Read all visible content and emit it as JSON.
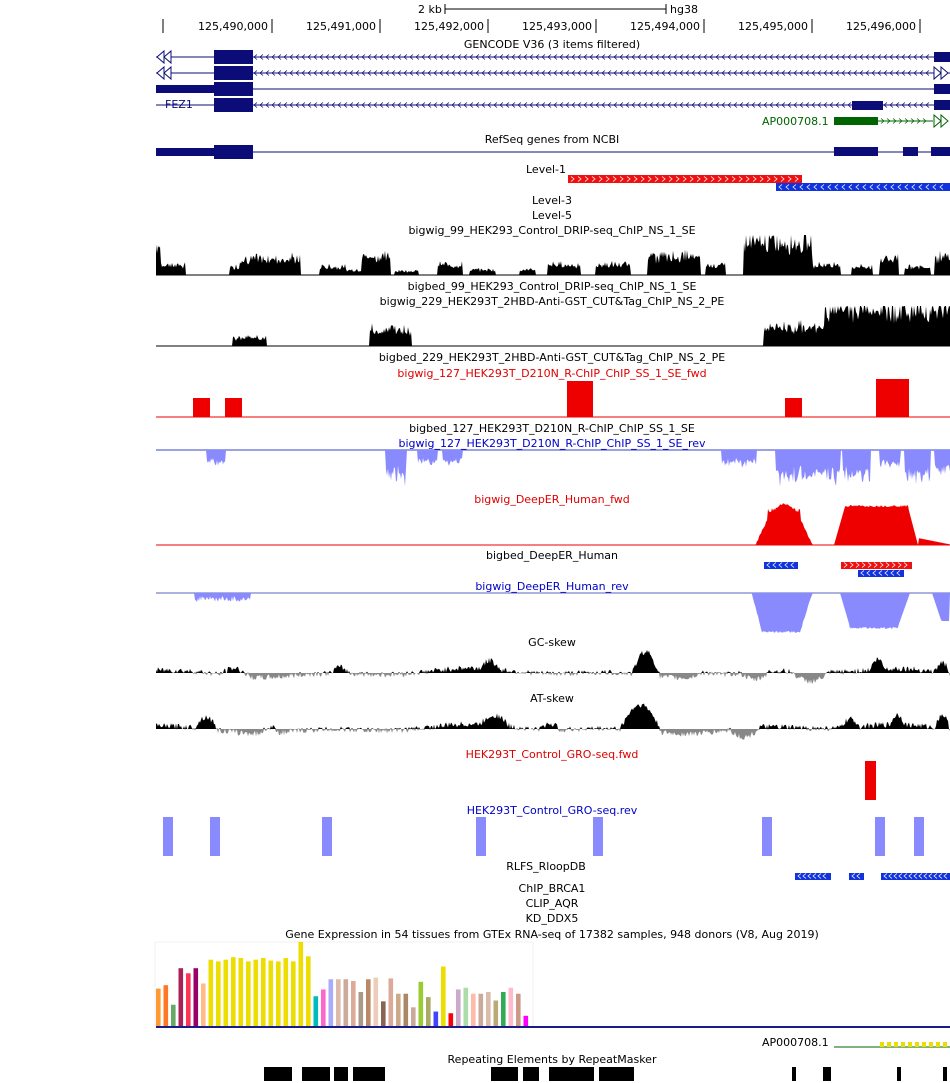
{
  "ruler": {
    "scale_label": "2 kb",
    "assembly": "hg38",
    "ticks": [
      "125,490,000",
      "125,491,000",
      "125,492,000",
      "125,493,000",
      "125,494,000",
      "125,495,000",
      "125,496,000"
    ]
  },
  "tracks": {
    "gencode": {
      "title": "GENCODE V36 (3 items filtered)",
      "gene1": "FEZ1",
      "gene2": "AP000708.1"
    },
    "refseq": {
      "title": "RefSeq genes from NCBI"
    },
    "levels": {
      "level1": "Level-1",
      "level3": "Level-3",
      "level5": "Level-5"
    },
    "drip_bigwig": "bigwig_99_HEK293_Control_DRIP-seq_ChIP_NS_1_SE",
    "drip_bigbed": "bigbed_99_HEK293_Control_DRIP-seq_ChIP_NS_1_SE",
    "cuttag_bigwig": "bigwig_229_HEK293T_2HBD-Anti-GST_CUT&Tag_ChIP_NS_2_PE",
    "cuttag_bigbed": "bigbed_229_HEK293T_2HBD-Anti-GST_CUT&Tag_ChIP_NS_2_PE",
    "rchip_fwd": "bigwig_127_HEK293T_D210N_R-ChIP_ChIP_SS_1_SE_fwd",
    "rchip_bigbed": "bigbed_127_HEK293T_D210N_R-ChIP_ChIP_SS_1_SE",
    "rchip_rev": "bigwig_127_HEK293T_D210N_R-ChIP_ChIP_SS_1_SE_rev",
    "deeper_fwd": "bigwig_DeepER_Human_fwd",
    "deeper_bigbed": "bigbed_DeepER_Human",
    "deeper_rev": "bigwig_DeepER_Human_rev",
    "gc_skew": "GC-skew",
    "at_skew": "AT-skew",
    "gro_fwd": "HEK293T_Control_GRO-seq.fwd",
    "gro_rev": "HEK293T_Control_GRO-seq.rev",
    "rlfs": "RLFS_RloopDB",
    "chip_brca1": "ChIP_BRCA1",
    "clip_aqr": "CLIP_AQR",
    "kd_ddx5": "KD_DDX5",
    "gtex": {
      "title": "Gene Expression in 54 tissues from GTEx RNA-seq of 17382 samples, 948 donors (V8, Aug 2019)",
      "gene": "AP000708.1"
    },
    "repeatmasker": "Repeating Elements by RepeatMasker"
  },
  "gtex_bars": [
    {
      "value": 0.44,
      "color": "#ff9933"
    },
    {
      "value": 0.48,
      "color": "#ff7722"
    },
    {
      "value": 0.25,
      "color": "#66aa66"
    },
    {
      "value": 0.68,
      "color": "#aa2255"
    },
    {
      "value": 0.62,
      "color": "#ff3355"
    },
    {
      "value": 0.68,
      "color": "#990066"
    },
    {
      "value": 0.5,
      "color": "#ffbb88"
    },
    {
      "value": 0.78,
      "color": "#eedd00"
    },
    {
      "value": 0.76,
      "color": "#eedd00"
    },
    {
      "value": 0.78,
      "color": "#eedd00"
    },
    {
      "value": 0.81,
      "color": "#eedd00"
    },
    {
      "value": 0.8,
      "color": "#eedd00"
    },
    {
      "value": 0.76,
      "color": "#eedd00"
    },
    {
      "value": 0.78,
      "color": "#eedd00"
    },
    {
      "value": 0.8,
      "color": "#eedd00"
    },
    {
      "value": 0.77,
      "color": "#eedd00"
    },
    {
      "value": 0.76,
      "color": "#eedd00"
    },
    {
      "value": 0.8,
      "color": "#eedd00"
    },
    {
      "value": 0.76,
      "color": "#eedd00"
    },
    {
      "value": 0.99,
      "color": "#eedd00"
    },
    {
      "value": 0.82,
      "color": "#eedd00"
    },
    {
      "value": 0.35,
      "color": "#00bbbb"
    },
    {
      "value": 0.43,
      "color": "#ff66cc"
    },
    {
      "value": 0.55,
      "color": "#aaaaff"
    },
    {
      "value": 0.55,
      "color": "#ddbbaa"
    },
    {
      "value": 0.55,
      "color": "#ccaa99"
    },
    {
      "value": 0.53,
      "color": "#ddaa99"
    },
    {
      "value": 0.4,
      "color": "#aa9988"
    },
    {
      "value": 0.55,
      "color": "#bb8866"
    },
    {
      "value": 0.57,
      "color": "#eeccbb"
    },
    {
      "value": 0.29,
      "color": "#886655"
    },
    {
      "value": 0.56,
      "color": "#ddaa99"
    },
    {
      "value": 0.38,
      "color": "#ccaa88"
    },
    {
      "value": 0.38,
      "color": "#aa8866"
    },
    {
      "value": 0.22,
      "color": "#ccaa99"
    },
    {
      "value": 0.52,
      "color": "#99cc33"
    },
    {
      "value": 0.34,
      "color": "#aaaa66"
    },
    {
      "value": 0.17,
      "color": "#4444ff"
    },
    {
      "value": 0.7,
      "color": "#eedd00"
    },
    {
      "value": 0.15,
      "color": "#ff0000"
    },
    {
      "value": 0.43,
      "color": "#ccaacc"
    },
    {
      "value": 0.45,
      "color": "#aaddaa"
    },
    {
      "value": 0.38,
      "color": "#ffbbaa"
    },
    {
      "value": 0.38,
      "color": "#ccaa99"
    },
    {
      "value": 0.4,
      "color": "#ddbbaa"
    },
    {
      "value": 0.3,
      "color": "#bbaa77"
    },
    {
      "value": 0.4,
      "color": "#33aa55"
    },
    {
      "value": 0.45,
      "color": "#ffbbcc"
    },
    {
      "value": 0.38,
      "color": "#cc9988"
    },
    {
      "value": 0.12,
      "color": "#ff00ff"
    }
  ]
}
